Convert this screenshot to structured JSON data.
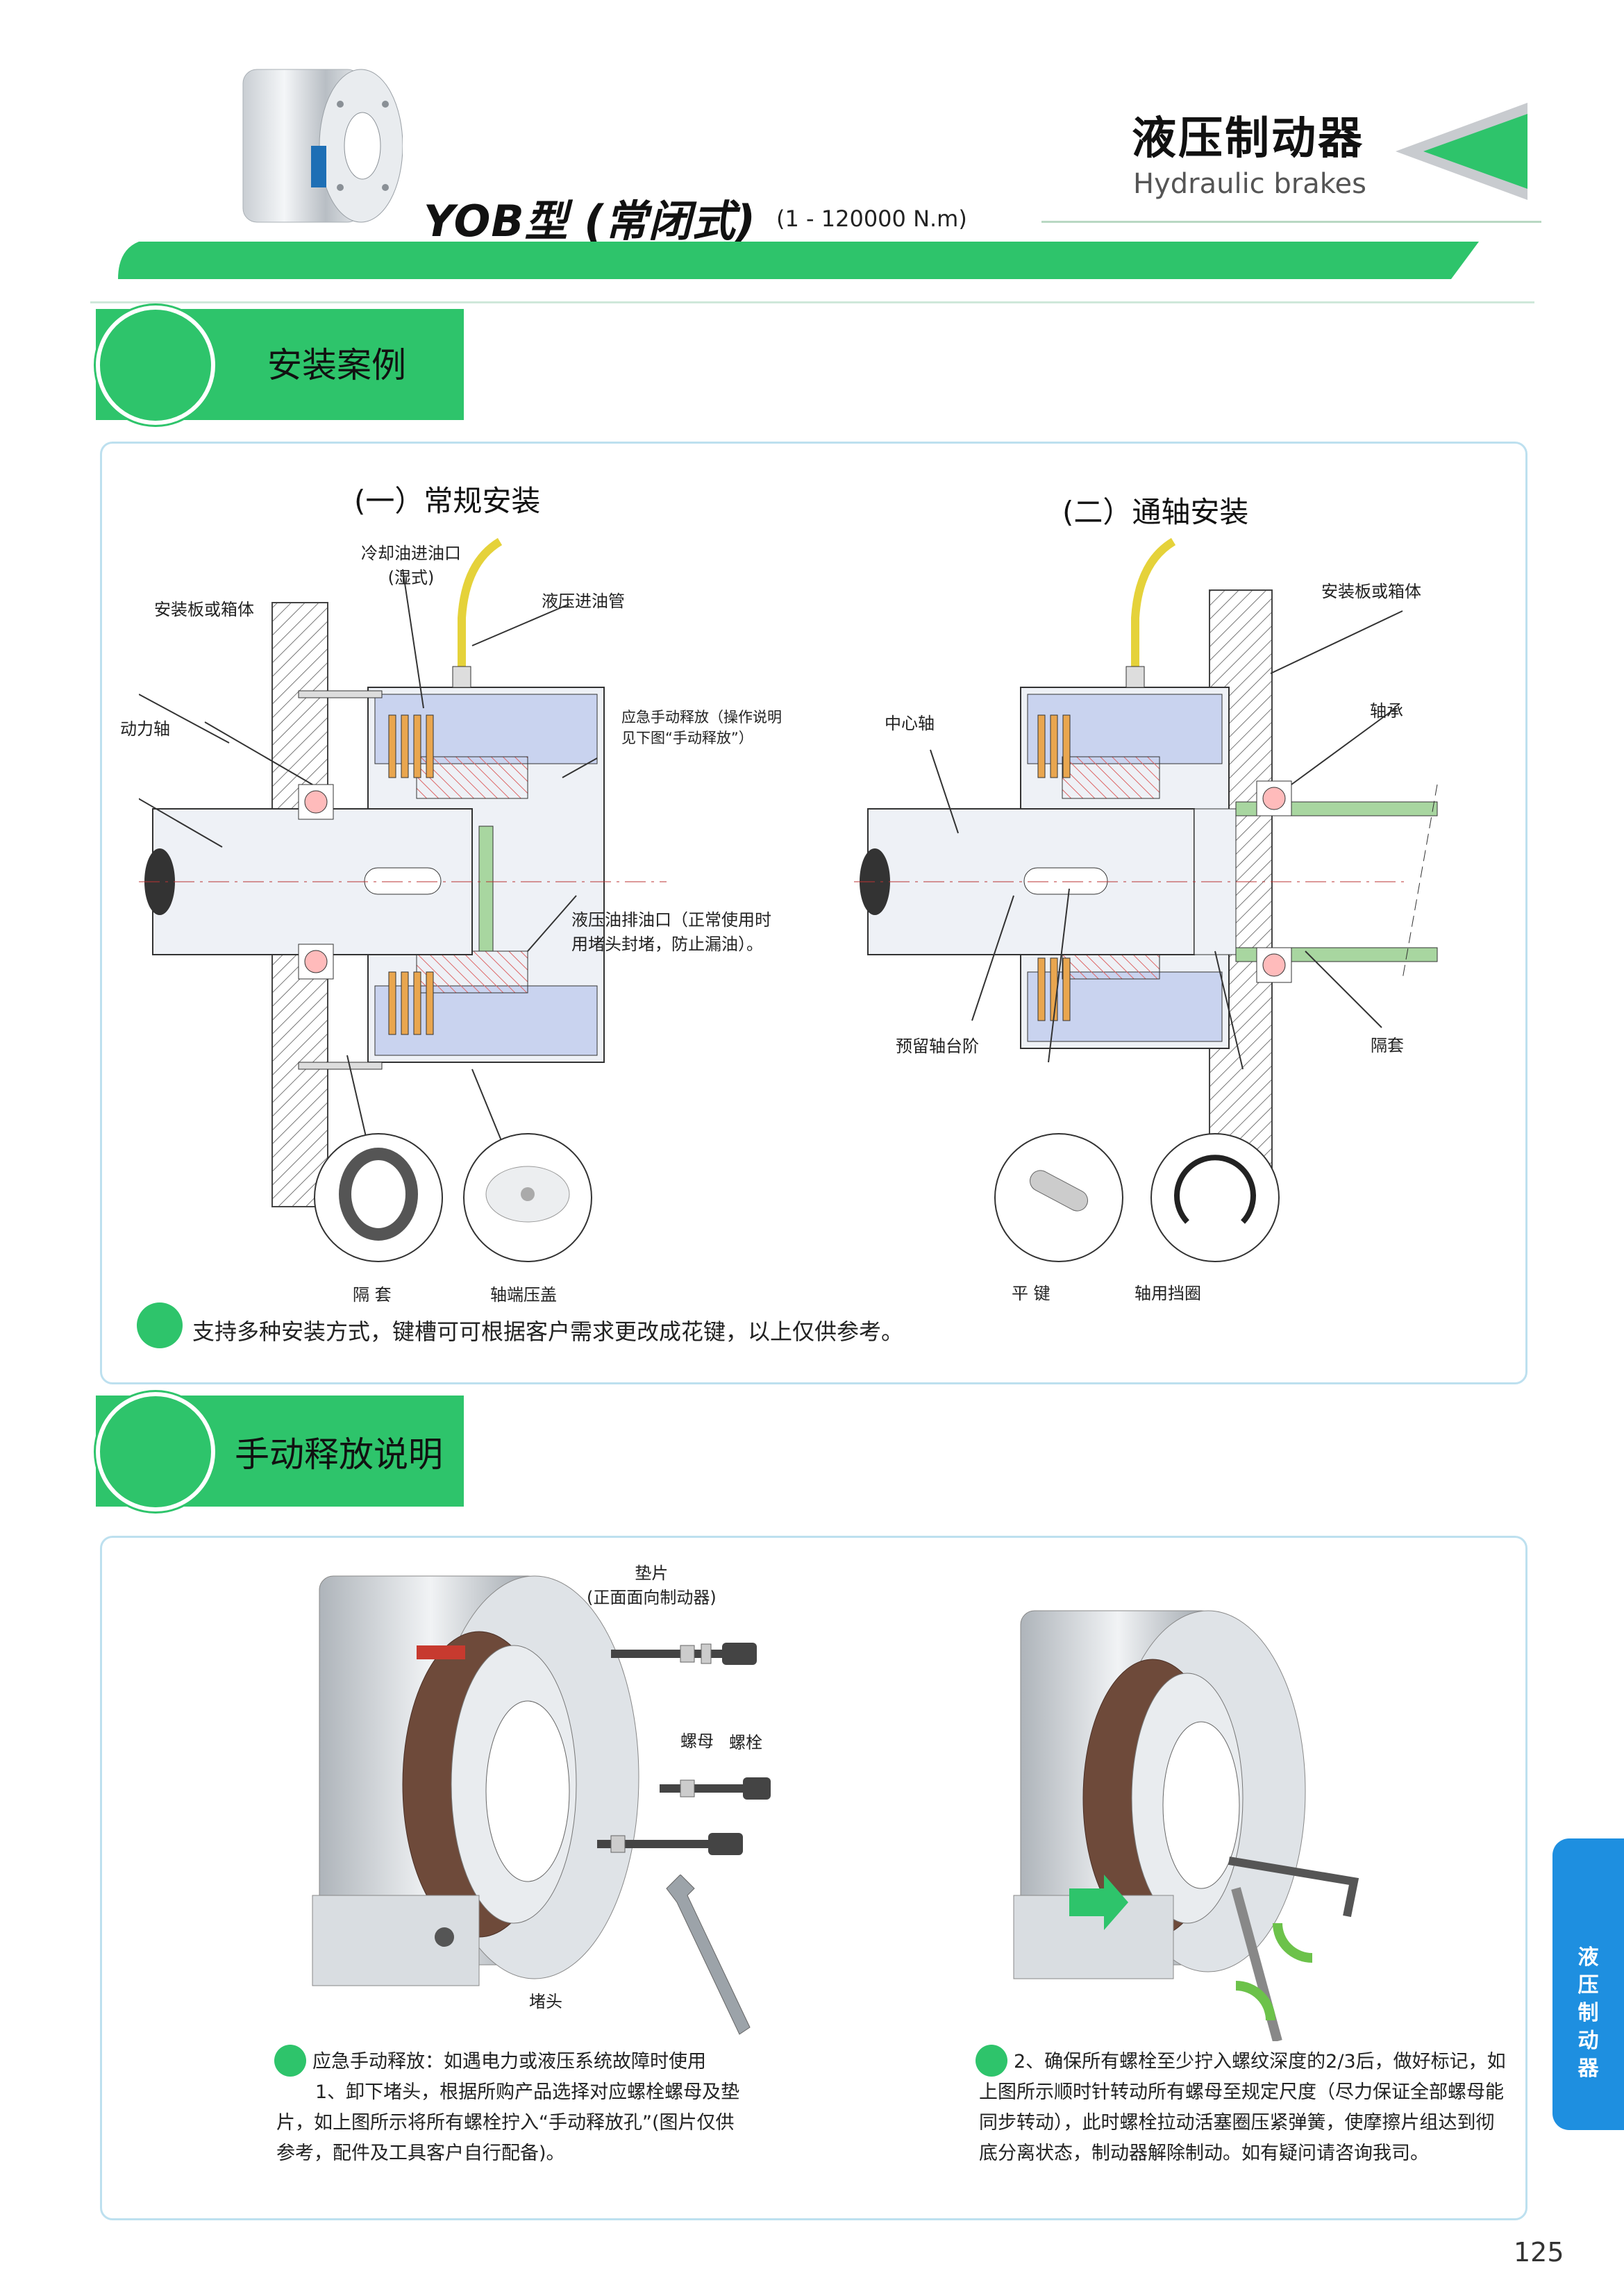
{
  "header": {
    "model": "YOB型 (常闭式)",
    "range": "(1 - 120000 N.m)",
    "title_cn": "液压制动器",
    "title_en": "Hydraulic brakes"
  },
  "section1": {
    "title": "安装案例",
    "diagram1": {
      "title": "(一）常规安装",
      "labels": {
        "cooling": "冷却油进油口\n(湿式)",
        "hydraulic_inlet": "液压进油管",
        "mount_plate": "安装板或箱体",
        "power_shaft": "动力轴",
        "emergency": "应急手动释放（操作说明\n见下图“手动释放”）",
        "drain": "液压油排油口（正常使用时\n用堵头封堵，防止漏油）。",
        "spacer": "隔 套",
        "end_cap": "轴端压盖"
      }
    },
    "diagram2": {
      "title": "(二）通轴安装",
      "labels": {
        "mount_plate": "安装板或箱体",
        "center_shaft": "中心轴",
        "bearing": "轴承",
        "shoulder": "预留轴台阶",
        "spacer": "隔套",
        "flat_key": "平 键",
        "retaining_ring": "轴用挡圈"
      }
    },
    "note": "支持多种安装方式，键槽可可根据客户需求更改成花键，以上仅供参考。"
  },
  "section2": {
    "title": "手动释放说明",
    "labels": {
      "washer": "垫片\n(正面面向制动器)",
      "nut": "螺母",
      "bolt": "螺栓",
      "plug": "堵头"
    },
    "left_text": {
      "lead": "应急手动释放：如遇电力或液压系统故障时使用",
      "body": "1、卸下堵头，根据所购产品选择对应螺栓螺母及垫片，如上图所示将所有螺栓拧入“手动释放孔”(图片仅供参考，配件及工具客户自行配备)。"
    },
    "right_text": {
      "body": "2、确保所有螺栓至少拧入螺纹深度的2/3后，做好标记，如上图所示顺时针转动所有螺母至规定尺度（尽力保证全部螺母能同步转动），此时螺栓拉动活塞圈压紧弹簧，使摩擦片组达到彻底分离状态，制动器解除制动。如有疑问请咨询我司。"
    }
  },
  "side_tab": "液压制动器",
  "page_number": "125",
  "colors": {
    "accent_green": "#2ec46b",
    "tab_blue": "#1e8fe0",
    "panel_border": "#bde0ef"
  }
}
